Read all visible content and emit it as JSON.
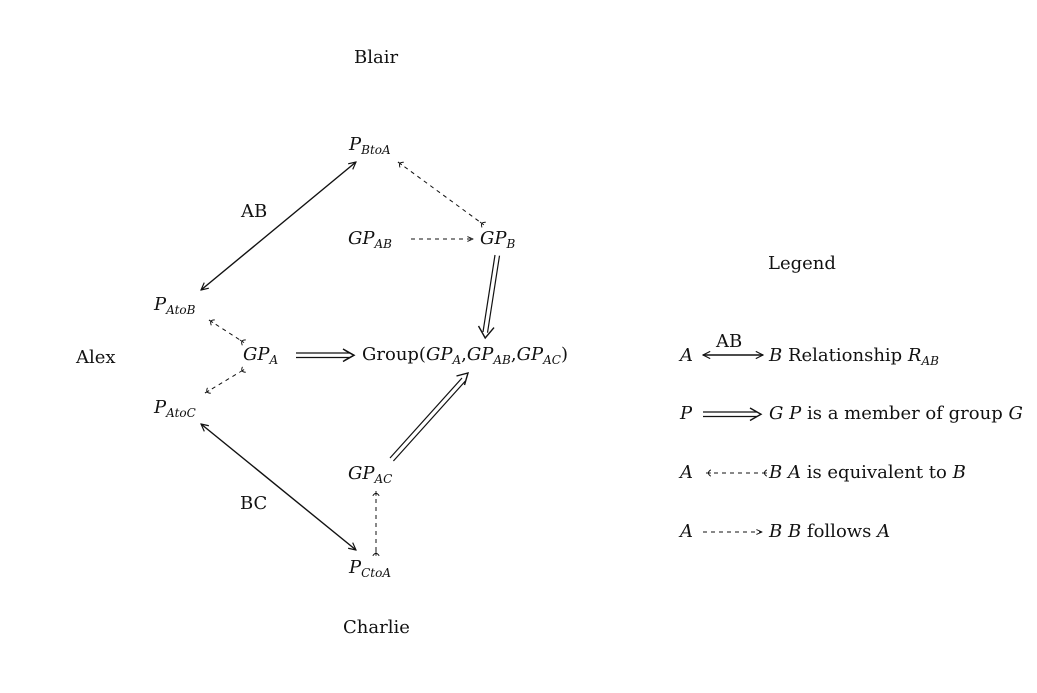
{
  "persons": {
    "blair": "Blair",
    "alex": "Alex",
    "charlie": "Charlie"
  },
  "nodes": {
    "p_btoa": {
      "main": "P",
      "sub": "BtoA"
    },
    "gp_ab": {
      "main": "GP",
      "sub": "AB"
    },
    "gp_b": {
      "main": "GP",
      "sub": "B"
    },
    "p_atob": {
      "main": "P",
      "sub": "AtoB"
    },
    "gp_a": {
      "main": "GP",
      "sub": "A"
    },
    "p_atoc": {
      "main": "P",
      "sub": "AtoC"
    },
    "gp_ac": {
      "main": "GP",
      "sub": "AC"
    },
    "p_ctoa": {
      "main": "P",
      "sub": "CtoA"
    },
    "group": {
      "prefix": "Group(",
      "m1": "GP",
      "s1": "A",
      "c1": ",",
      "m2": "GP",
      "s2": "AB",
      "c2": ",",
      "m3": "GP",
      "s3": "AC",
      "suffix": ")"
    }
  },
  "edge_labels": {
    "ab": "AB",
    "bc": "BC"
  },
  "legend": {
    "title": "Legend",
    "rows": [
      {
        "left": "A",
        "arrow_label": "AB",
        "right": "B",
        "desc_text": "Relationship ",
        "desc_math": "R",
        "desc_sub": "AB"
      },
      {
        "left": "P",
        "right": "G",
        "desc_a": "P",
        "desc_text": " is a member of group ",
        "desc_b": "G"
      },
      {
        "left": "A",
        "right": "B",
        "desc_a": "A",
        "desc_text": " is equivalent to ",
        "desc_b": "B"
      },
      {
        "left": "A",
        "right": "B",
        "desc_a": "B",
        "desc_text": " follows ",
        "desc_b": "A"
      }
    ]
  }
}
